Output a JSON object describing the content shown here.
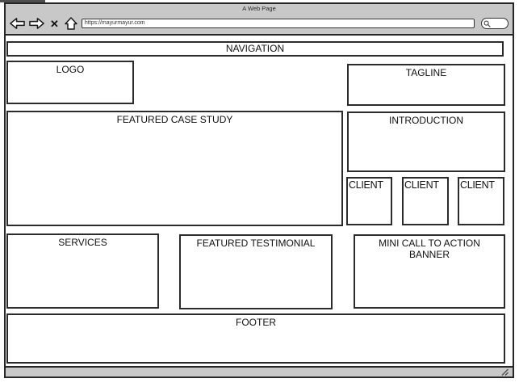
{
  "browser": {
    "title": "A Web Page",
    "toolbar": {
      "stop_glyph": "✕",
      "url_value": "https://mayurmayur.com",
      "icons": {
        "back": "back-arrow",
        "forward": "forward-arrow",
        "stop": "stop-x",
        "home": "home",
        "search": "magnifier"
      }
    }
  },
  "wireframe": {
    "navigation_label": "NAVIGATION",
    "logo_label": "LOGO",
    "tagline_label": "TAGLINE",
    "featured_case_study_label": "FEATURED CASE STUDY",
    "introduction_label": "INTRODUCTION",
    "client_labels": [
      "CLIENT",
      "CLIENT",
      "CLIENT"
    ],
    "services_label": "SERVICES",
    "featured_testimonial_label": "FEATURED TESTIMONIAL",
    "mini_cta_label": "MINI CALL TO ACTION BANNER",
    "footer_label": "FOOTER"
  },
  "colors": {
    "chrome_gray": "#c8c8c8",
    "line_dark": "#262626",
    "canvas_white": "#ffffff"
  }
}
